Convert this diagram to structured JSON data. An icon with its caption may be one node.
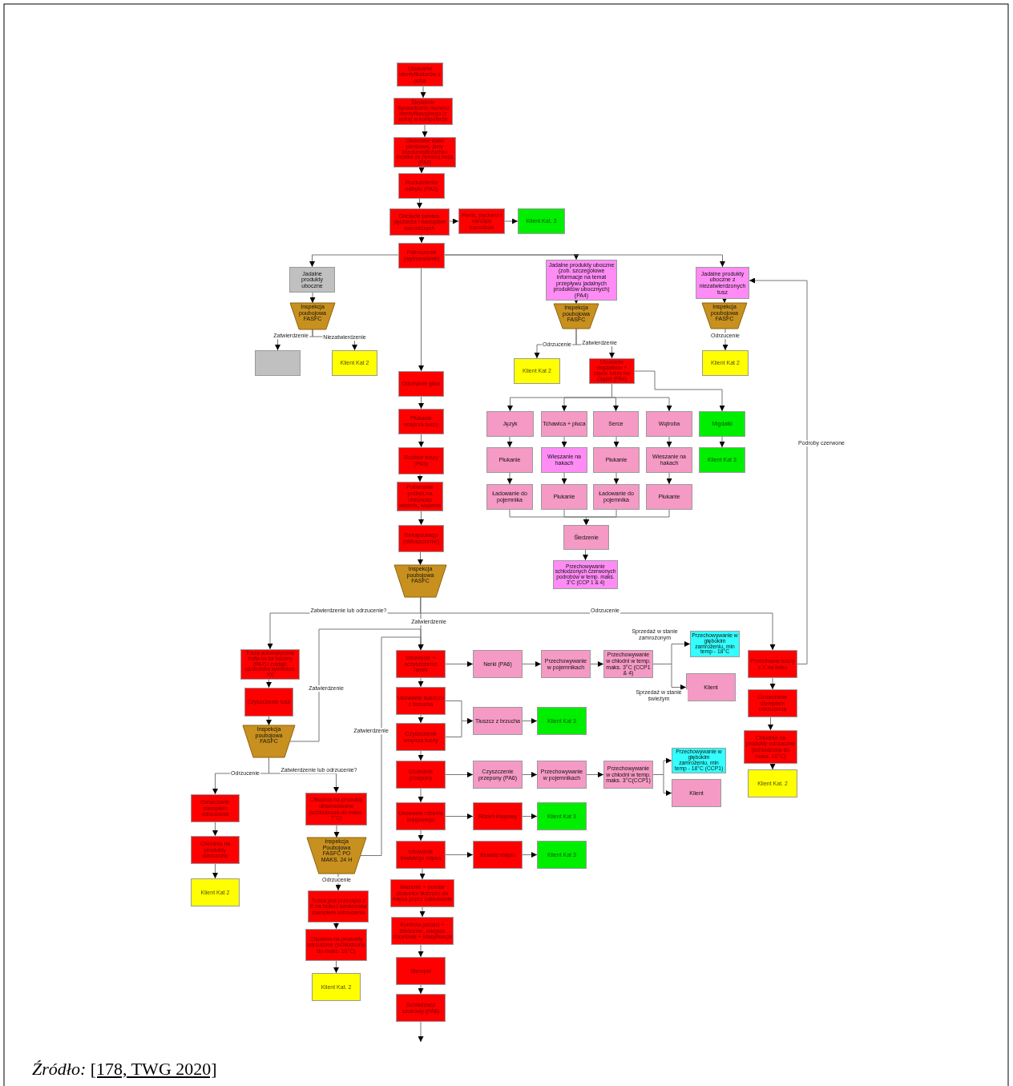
{
  "diagram": {
    "caption": "*Źródło:* [178, TWG 2020]",
    "nodes": [
      {
        "text": [
          "Usuwanie identyfikatorów z ucha"
        ]
      },
      {
        "text": [
          "Śledzenie Sprawdzanie numeru identyfikacyjnego (z ucha) w komputerze"
        ]
      },
      {
        "text": [
          "Otwieranie klatki piersiowej, jamy brzusznej/brzucha i mostka za pomocą noża (PA2)"
        ]
      },
      {
        "text": [
          "Rozluźnienie odbytu (PA3)"
        ]
      },
      {
        "text": [
          "Odcięcie penisa, pęcherza i narządów rozrodczych"
        ]
      },
      {
        "text": [
          "Penis, pęcherz i narządy rozrodcze"
        ]
      },
      {
        "text": [
          "Klient Kat. 3"
        ]
      },
      {
        "text": [
          "Patroszenie (wytrzewianie)"
        ]
      },
      {
        "text": [
          "Jadalne produkty uboczne"
        ]
      },
      {
        "text": [
          "Inspekcja poubojowa FASFC"
        ]
      },
      {
        "text": [],
        "shape": "box"
      },
      {
        "text": [
          "Klient Kat 2"
        ]
      },
      {
        "text": [
          "Jadalne produkty uboczne (zob. szczegółowe informacje na temat przepływu jadalnych produktów ubocznych) (PA4)"
        ]
      },
      {
        "text": [
          "Inspekcja poubojowa FASFC"
        ]
      },
      {
        "text": [
          "Klient Kat 2"
        ]
      },
      {
        "text": [
          "Usuwanie migdałków + cięcie tuszy na części (PA4)"
        ]
      },
      {
        "text": [
          "Język"
        ]
      },
      {
        "text": [
          "Tchawica + płuca"
        ]
      },
      {
        "text": [
          "Serce"
        ]
      },
      {
        "text": [
          "Wątroba"
        ]
      },
      {
        "text": [
          "Migdałki"
        ]
      },
      {
        "text": [
          "Płukanie"
        ]
      },
      {
        "text": [
          "Wieszanie na hakach"
        ]
      },
      {
        "text": [
          "Płukanie"
        ]
      },
      {
        "text": [
          "Wieszanie na hakach"
        ]
      },
      {
        "text": [
          "Klient Kat 3"
        ]
      },
      {
        "text": [
          "Ładowanie do pojemnika"
        ]
      },
      {
        "text": [
          "Płukanie"
        ]
      },
      {
        "text": [
          "Ładowanie do pojemnika"
        ]
      },
      {
        "text": [
          "Płukanie"
        ]
      },
      {
        "text": [
          "Śledzenie"
        ]
      },
      {
        "text": [
          "Przechowywanie schłodzonych czerwonych podrobów w temp. maks. 3°C (CCP 1 & 4)"
        ]
      },
      {
        "text": [
          "Jadalne produkty uboczne z niezatwierdzonych tusz"
        ]
      },
      {
        "text": [
          "Inspekcja poubojowa FASFC"
        ]
      },
      {
        "text": [
          "Klient Kat 2"
        ]
      },
      {
        "text": [
          "Odcinanie głów"
        ]
      },
      {
        "text": [
          "Płukanie wnętrza tuszy"
        ]
      },
      {
        "text": [
          "Rozbiór tuszy (PA5)"
        ]
      },
      {
        "text": [
          "Pobieranie próbek na obecność włośnia, ważenie"
        ]
      },
      {
        "text": [
          "Dekapsulacja (obłuszczenie)"
        ]
      },
      {
        "text": [
          "Inspekcja poubojowa FASFC"
        ]
      },
      {
        "text": [
          "Tusza automatycznie trafia na tor boczny (PA7) i zostaje oznaczona symbolem XX"
        ]
      },
      {
        "text": [
          "Czyszczenie tusz"
        ]
      },
      {
        "text": [
          "Inspekcja poubojowa FASFC"
        ]
      },
      {
        "text": [
          "Oznaczanie stemplem odrzucenia"
        ]
      },
      {
        "text": [
          "Chłodnia na produkty odrzucone"
        ]
      },
      {
        "text": [
          "Klient Kat 2"
        ]
      },
      {
        "text": [
          "Chłodnia na produkty obserwowane (schłodzona do maks. 7°C)"
        ]
      },
      {
        "text": [
          "Inspekcja Poubojowa FASFC PO MAKS. 24 H"
        ]
      },
      {
        "text": [
          "Tusza jest przecięta z X na boku i oznaczona stemplem odrzucenia"
        ]
      },
      {
        "text": [
          "Chłodnia na produkty odrzucone (schłodzona do maks. 10°C)"
        ]
      },
      {
        "text": [
          "Klient Kat. 2"
        ]
      },
      {
        "text": [
          "Usunięcie + oczyszczenie nerek"
        ]
      },
      {
        "text": [
          "Usuwanie tłuszczu z brzucha"
        ]
      },
      {
        "text": [
          "Czyszczenie wnętrza tuszy"
        ]
      },
      {
        "text": [
          "Usuwanie przepony"
        ]
      },
      {
        "text": [
          "Usuwanie rdzenia kręgowego"
        ]
      },
      {
        "text": [
          "Usuwanie krwistego mięsa"
        ]
      },
      {
        "text": [
          "Ważenie + pomiar stosunku tłuszczu do mięsa przez nakłuwanie"
        ]
      },
      {
        "text": [
          "Kontrola jakości + śledzenie, miejsce docelowe + klasyfikacja"
        ]
      },
      {
        "text": [
          "Stempel"
        ]
      },
      {
        "text": [
          "Schładzacz szokowy (PA8)"
        ]
      },
      {
        "text": [
          "Nerki (PA6)"
        ]
      },
      {
        "text": [
          "Przechowywanie w pojemnikach"
        ]
      },
      {
        "text": [
          "Przechowywanie w chłodni w temp. maks. 3°C (CCP1 & 4)"
        ]
      },
      {
        "text": [
          "Przechowywanie w głębokim zamrożeniu, min temp - 18°C"
        ]
      },
      {
        "text": [
          "Klient"
        ]
      },
      {
        "text": [
          "Tłuszcz z brzucha"
        ]
      },
      {
        "text": [
          "Klient Kat 3"
        ]
      },
      {
        "text": [
          "Czyszczenie przepony (PA6)"
        ]
      },
      {
        "text": [
          "Przechowywanie w pojemnikach"
        ]
      },
      {
        "text": [
          "Przechowywanie w chłodni w temp. maks. 3°C(CCP1)"
        ]
      },
      {
        "text": [
          "Przechowywanie w głębokim zamrożeniu, min temp - 18°C (CCP1)"
        ]
      },
      {
        "text": [
          "Klient"
        ]
      },
      {
        "text": [
          "Rdzeń kręgowy"
        ]
      },
      {
        "text": [
          "Klient Kat 3"
        ]
      },
      {
        "text": [
          "Krwiste mięso"
        ]
      },
      {
        "text": [
          "Klient Kat 3"
        ]
      },
      {
        "text": [
          "Przecinanie tuszy z X na boku"
        ]
      },
      {
        "text": [
          "Oznaczanie stemplem odrzucenia"
        ]
      },
      {
        "text": [
          "Chłodnia na produkty odrzucone (schłodzona do maks. 10°C)"
        ]
      },
      {
        "text": [
          "Klient Kat. 2"
        ]
      }
    ],
    "edges": [
      {
        "from": 0,
        "to": 1,
        "arrow": "to"
      },
      {
        "from": 1,
        "to": 2,
        "arrow": "to"
      },
      {
        "from": 2,
        "to": 3,
        "arrow": "to"
      },
      {
        "from": 3,
        "to": 4,
        "arrow": "to"
      },
      {
        "from": 4,
        "to": 5,
        "arrow": "to"
      },
      {
        "from": 5,
        "to": 6,
        "arrow": "to"
      },
      {
        "from": 4,
        "to": 7,
        "arrow": "to"
      },
      {
        "from": 7,
        "to": 8,
        "arrow": "to"
      },
      {
        "from": 7,
        "to": 35,
        "arrow": "to"
      },
      {
        "from": 7,
        "to": 12,
        "arrow": "to"
      },
      {
        "from": 7,
        "to": 32,
        "arrow": "to"
      },
      {
        "from": 8,
        "to": 9,
        "arrow": "to"
      },
      {
        "from": 9,
        "to": 10,
        "arrow": "to",
        "label": "Zatwierdzenie"
      },
      {
        "from": 9,
        "to": 11,
        "arrow": "to",
        "label": "Niezatwierdzenie"
      },
      {
        "from": 12,
        "to": 13,
        "arrow": "to"
      },
      {
        "from": 13,
        "to": 14,
        "arrow": "to",
        "label": "Odrzucenie"
      },
      {
        "from": 13,
        "to": 15,
        "arrow": "to",
        "label": "Zatwierdzenie"
      },
      {
        "from": 15,
        "to": 16,
        "arrow": "to"
      },
      {
        "from": 15,
        "to": 17,
        "arrow": "to"
      },
      {
        "from": 15,
        "to": 18,
        "arrow": "to"
      },
      {
        "from": 15,
        "to": 19,
        "arrow": "to"
      },
      {
        "from": 15,
        "to": 20,
        "arrow": "to"
      },
      {
        "from": 16,
        "to": 21,
        "arrow": "to"
      },
      {
        "from": 17,
        "to": 22,
        "arrow": "to"
      },
      {
        "from": 18,
        "to": 23,
        "arrow": "to"
      },
      {
        "from": 19,
        "to": 24,
        "arrow": "to"
      },
      {
        "from": 20,
        "to": 25,
        "arrow": "to"
      },
      {
        "from": 21,
        "to": 26,
        "arrow": "to"
      },
      {
        "from": 22,
        "to": 27,
        "arrow": "to"
      },
      {
        "from": 23,
        "to": 28,
        "arrow": "to"
      },
      {
        "from": 24,
        "to": 29,
        "arrow": "to"
      },
      {
        "from": 26,
        "to": 30,
        "arrow": "to"
      },
      {
        "from": 27,
        "to": 30,
        "arrow": "to"
      },
      {
        "from": 28,
        "to": 30,
        "arrow": "to"
      },
      {
        "from": 29,
        "to": 30,
        "arrow": "to"
      },
      {
        "from": 30,
        "to": 31,
        "arrow": "to"
      },
      {
        "from": 32,
        "to": 33,
        "arrow": "to"
      },
      {
        "from": 33,
        "to": 34,
        "arrow": "to",
        "label": "Odrzucenie"
      },
      {
        "from": 35,
        "to": 36,
        "arrow": "to"
      },
      {
        "from": 36,
        "to": 37,
        "arrow": "to"
      },
      {
        "from": 37,
        "to": 38,
        "arrow": "to"
      },
      {
        "from": 38,
        "to": 39,
        "arrow": "to"
      },
      {
        "from": 39,
        "to": 40,
        "arrow": "to"
      },
      {
        "from": 40,
        "to": 41,
        "arrow": "to",
        "label": "Zatwierdzenie lub odrzucenie?"
      },
      {
        "from": 40,
        "to": 52,
        "arrow": "to",
        "label": "Zatwierdzenie"
      },
      {
        "from": 40,
        "to": 78,
        "arrow": "to",
        "label": "Odrzucenie"
      },
      {
        "from": 41,
        "to": 42,
        "arrow": "to"
      },
      {
        "from": 42,
        "to": 43,
        "arrow": "to"
      },
      {
        "from": 43,
        "to": 52,
        "arrow": "to",
        "label": "Zatwierdzenie"
      },
      {
        "from": 43,
        "to": 44,
        "arrow": "to",
        "label": "Odrzucenie"
      },
      {
        "from": 43,
        "to": 47,
        "arrow": "to",
        "label": "Zatwierdzenie lub odrzucenie?"
      },
      {
        "from": 44,
        "to": 45,
        "arrow": "to"
      },
      {
        "from": 45,
        "to": 46,
        "arrow": "to"
      },
      {
        "from": 47,
        "to": 48,
        "arrow": "to"
      },
      {
        "from": 48,
        "to": 52,
        "arrow": "to",
        "label": "Zatwierdzenie"
      },
      {
        "from": 48,
        "to": 49,
        "arrow": "to",
        "label": "Odrzucenie"
      },
      {
        "from": 49,
        "to": 50,
        "arrow": "to"
      },
      {
        "from": 50,
        "to": 51,
        "arrow": "to"
      },
      {
        "from": 52,
        "to": 53,
        "arrow": "to"
      },
      {
        "from": 53,
        "to": 54,
        "arrow": "to"
      },
      {
        "from": 54,
        "to": 55,
        "arrow": "to"
      },
      {
        "from": 55,
        "to": 56,
        "arrow": "to"
      },
      {
        "from": 56,
        "to": 57,
        "arrow": "to"
      },
      {
        "from": 57,
        "to": 58,
        "arrow": "to"
      },
      {
        "from": 58,
        "to": 59,
        "arrow": "to"
      },
      {
        "from": 59,
        "to": 60,
        "arrow": "to"
      },
      {
        "from": 60,
        "to": 61,
        "arrow": "to"
      },
      {
        "from": 61,
        "to": null,
        "arrow": "to"
      },
      {
        "from": 52,
        "to": 62,
        "arrow": "to"
      },
      {
        "from": 62,
        "to": 63,
        "arrow": "to"
      },
      {
        "from": 63,
        "to": 64,
        "arrow": "to"
      },
      {
        "from": 64,
        "to": 65,
        "arrow": "to",
        "label": "Sprzedaż w stanie zamrożonym"
      },
      {
        "from": 64,
        "to": 66,
        "arrow": "to",
        "label": "Sprzedaż w stanie świeżym"
      },
      {
        "from": 53,
        "to": 67,
        "arrow": "to"
      },
      {
        "from": 54,
        "to": 67,
        "arrow": "to"
      },
      {
        "from": 67,
        "to": 68,
        "arrow": "to"
      },
      {
        "from": 55,
        "to": 69,
        "arrow": "to"
      },
      {
        "from": 69,
        "to": 70,
        "arrow": "to"
      },
      {
        "from": 70,
        "to": 71,
        "arrow": "to"
      },
      {
        "from": 71,
        "to": 72,
        "arrow": "to"
      },
      {
        "from": 71,
        "to": 73,
        "arrow": "to"
      },
      {
        "from": 56,
        "to": 74,
        "arrow": "to"
      },
      {
        "from": 74,
        "to": 75,
        "arrow": "to"
      },
      {
        "from": 57,
        "to": 76,
        "arrow": "to"
      },
      {
        "from": 76,
        "to": 77,
        "arrow": "to"
      },
      {
        "from": 78,
        "to": 79,
        "arrow": "to"
      },
      {
        "from": 79,
        "to": 80,
        "arrow": "to"
      },
      {
        "from": 80,
        "to": 81,
        "arrow": "to"
      },
      {
        "from": 78,
        "to": 32,
        "arrow": "to",
        "label": "Podroby czerwone"
      }
    ]
  }
}
